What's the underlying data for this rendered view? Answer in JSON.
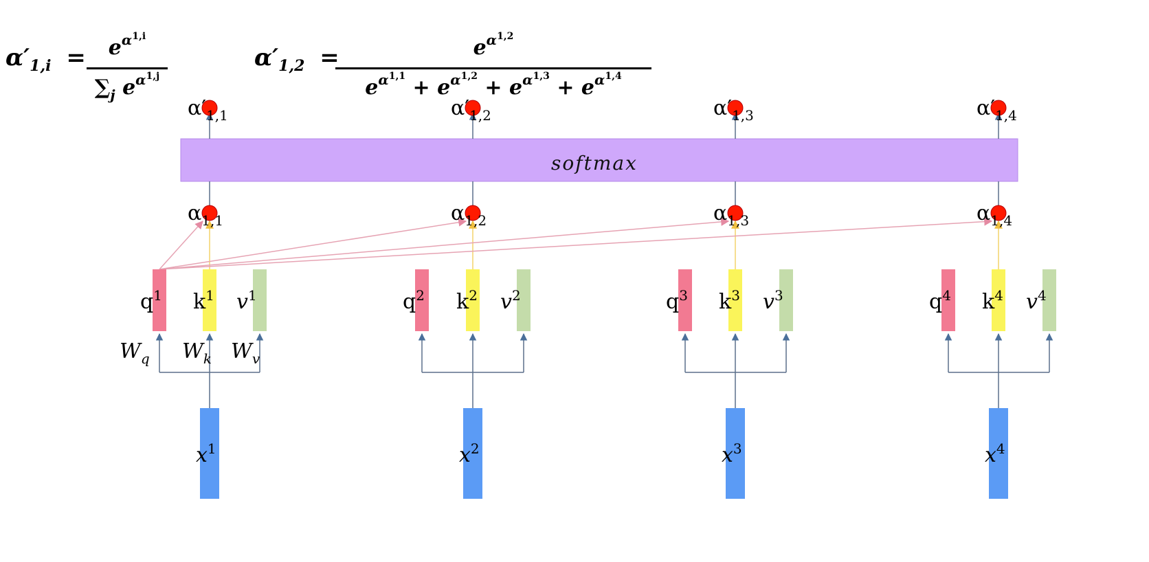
{
  "formulas": {
    "general": {
      "lhs": "α′",
      "lhs_sub": "1,i",
      "equals": "=",
      "num_base": "e",
      "num_sup": "α",
      "num_sup_sub": "1,i",
      "den_sum": "∑",
      "den_sum_sub": "j",
      "den_base": "e",
      "den_sup": "α",
      "den_sup_sub": "1,j"
    },
    "specific": {
      "lhs": "α′",
      "lhs_sub": "1,2",
      "equals": "=",
      "num_base": "e",
      "num_sup": "α",
      "num_sup_sub": "1,2",
      "den_terms": [
        {
          "base": "e",
          "sup": "α",
          "sup_sub": "1,1"
        },
        {
          "base": "e",
          "sup": "α",
          "sup_sub": "1,2"
        },
        {
          "base": "e",
          "sup": "α",
          "sup_sub": "1,3"
        },
        {
          "base": "e",
          "sup": "α",
          "sup_sub": "1,4"
        }
      ],
      "plus": "+"
    }
  },
  "softmax": {
    "label": "softmax",
    "color": "#cfa8fb"
  },
  "colors": {
    "query": "#f27a92",
    "key": "#faf45a",
    "value": "#c4dcaa",
    "input": "#5b9bf5",
    "node": "#ff1a00",
    "connector": "#5b6f8a",
    "attention_line": "#e6a3b3",
    "key_line": "#f3d36b"
  },
  "columns": [
    {
      "out_label": {
        "base": "α′",
        "sub": "1,1"
      },
      "score_label": {
        "base": "α",
        "sub": "1,1"
      },
      "q": {
        "base": "q",
        "sup": "1"
      },
      "k": {
        "base": "k",
        "sup": "1"
      },
      "v": {
        "base": "v",
        "sup": "1"
      },
      "x": {
        "base": "x",
        "sup": "1"
      },
      "weights": [
        {
          "base": "W",
          "sub": "q"
        },
        {
          "base": "W",
          "sub": "k"
        },
        {
          "base": "W",
          "sub": "v"
        }
      ]
    },
    {
      "out_label": {
        "base": "α′",
        "sub": "1,2"
      },
      "score_label": {
        "base": "α",
        "sub": "1,2"
      },
      "q": {
        "base": "q",
        "sup": "2"
      },
      "k": {
        "base": "k",
        "sup": "2"
      },
      "v": {
        "base": "v",
        "sup": "2"
      },
      "x": {
        "base": "x",
        "sup": "2"
      }
    },
    {
      "out_label": {
        "base": "α′",
        "sub": "1,3"
      },
      "score_label": {
        "base": "α",
        "sub": "1,3"
      },
      "q": {
        "base": "q",
        "sup": "3"
      },
      "k": {
        "base": "k",
        "sup": "3"
      },
      "v": {
        "base": "v",
        "sup": "3"
      },
      "x": {
        "base": "x",
        "sup": "3"
      }
    },
    {
      "out_label": {
        "base": "α′",
        "sub": "1,4"
      },
      "score_label": {
        "base": "α",
        "sub": "1,4"
      },
      "q": {
        "base": "q",
        "sup": "4"
      },
      "k": {
        "base": "k",
        "sup": "4"
      },
      "v": {
        "base": "v",
        "sup": "4"
      },
      "x": {
        "base": "x",
        "sup": "4"
      }
    }
  ]
}
